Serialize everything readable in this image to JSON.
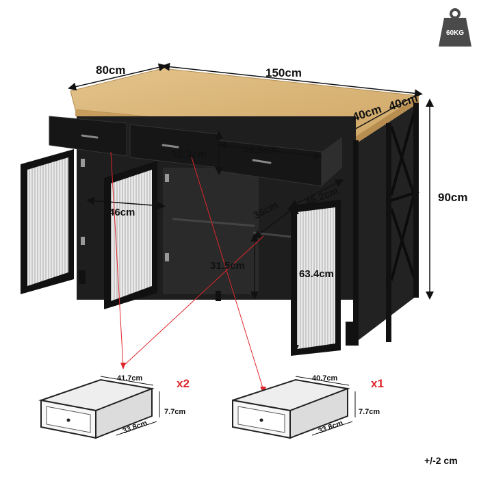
{
  "badge": {
    "weight_label": "60KG"
  },
  "dimensions": {
    "depth_top": "80cm",
    "width_top": "150cm",
    "side_depth_a": "40cm",
    "side_depth_b": "40cm",
    "height": "90cm",
    "drawer_height": "12.3cm",
    "drawer_width": "46.9cm",
    "cabinet_width": "46cm",
    "shelf_depth": "36cm",
    "cabinet_depth": "46.2cm",
    "inner_height": "31.5cm",
    "door_height": "63.4cm"
  },
  "drawers": [
    {
      "width": "41.7cm",
      "height": "7.7cm",
      "depth": "33.8cm",
      "qty": "x2"
    },
    {
      "width": "40.7cm",
      "height": "7.7cm",
      "depth": "33.8cm",
      "qty": "x1"
    }
  ],
  "tolerance": "+/-2 cm",
  "colors": {
    "wood": "#d9b57a",
    "frame": "#1c1c1c",
    "accent_red": "#e0262b"
  }
}
